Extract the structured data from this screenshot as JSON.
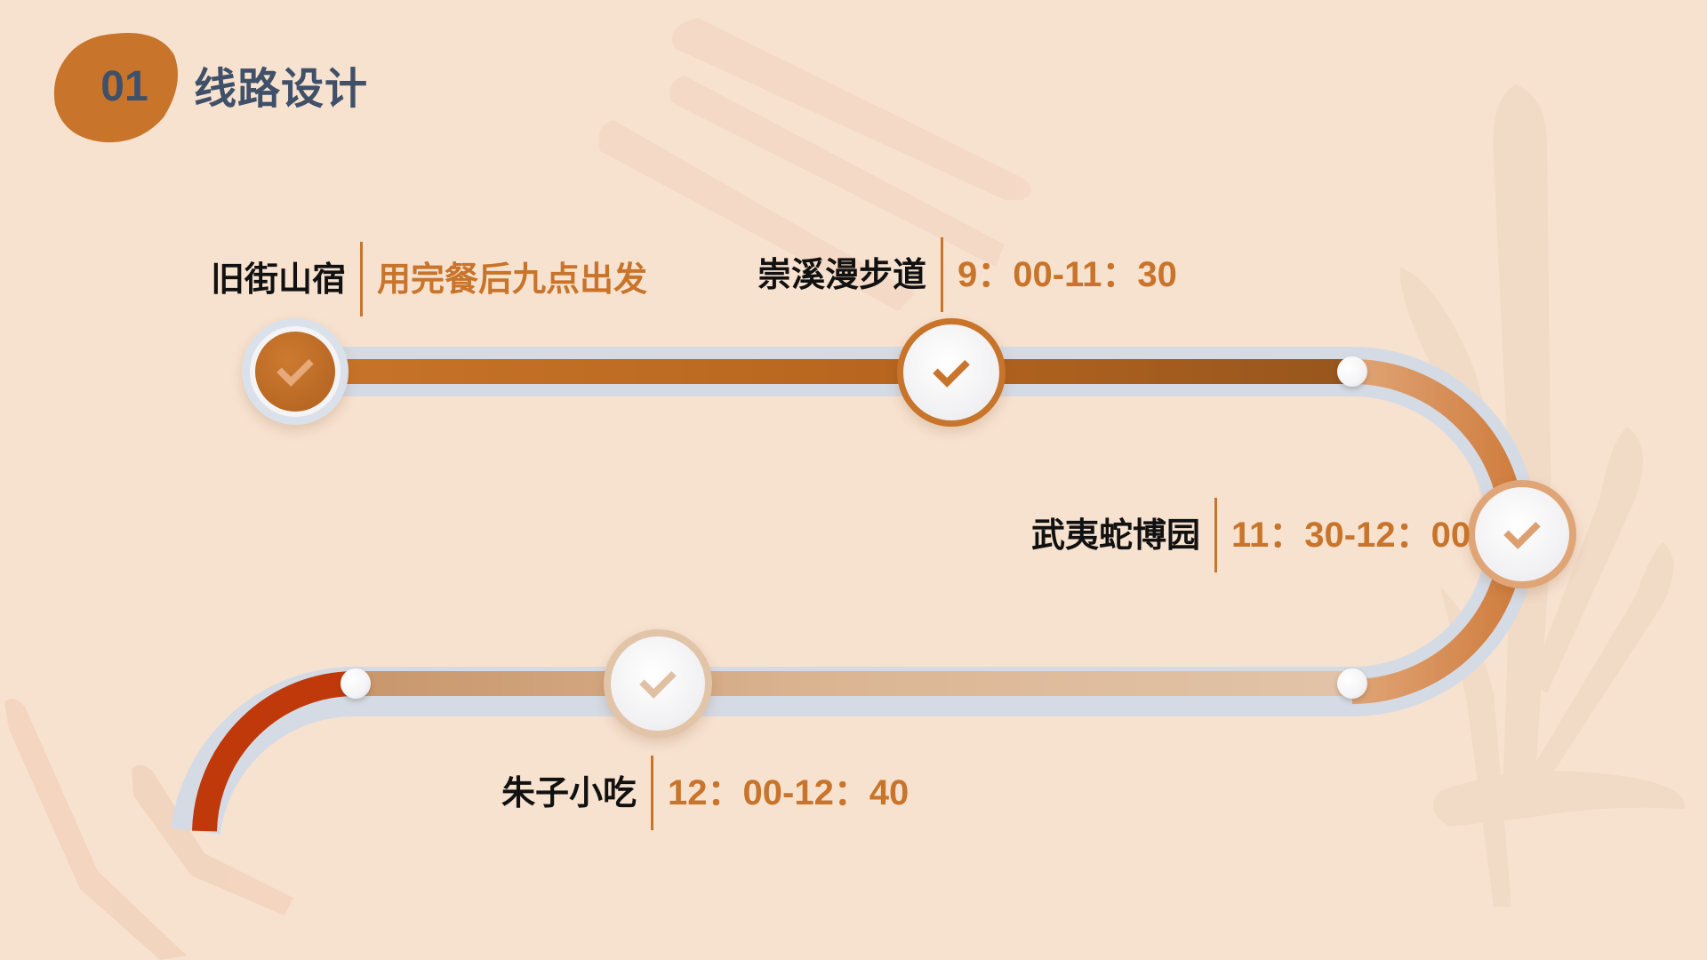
{
  "header": {
    "number": "01",
    "title": "线路设计"
  },
  "colors": {
    "background": "#f7e2d0",
    "accent": "#c8742a",
    "title_text": "#3f5068",
    "track_outline": "#d5dbe5",
    "final_segment": "#c0390a"
  },
  "stops": [
    {
      "name": "旧街山宿",
      "detail": "用完餐后九点出发",
      "status": "completed",
      "icon": "check-icon"
    },
    {
      "name": "崇溪漫步道",
      "detail": "9：00-11：30",
      "status": "current",
      "icon": "check-icon"
    },
    {
      "name": "武夷蛇博园",
      "detail": "11：30-12：00",
      "status": "upcoming",
      "icon": "check-icon"
    },
    {
      "name": "朱子小吃",
      "detail": "12：00-12：40",
      "status": "upcoming",
      "icon": "check-icon"
    }
  ]
}
